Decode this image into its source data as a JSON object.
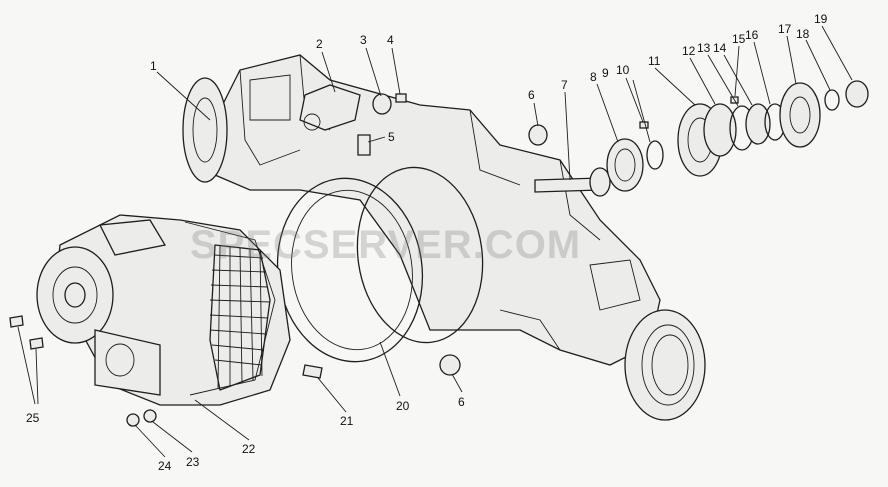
{
  "watermark": "SPECSERVER.COM",
  "callouts": [
    "1",
    "2",
    "3",
    "4",
    "5",
    "6",
    "7",
    "8",
    "9",
    "10",
    "11",
    "12",
    "13",
    "14",
    "15",
    "16",
    "17",
    "18",
    "19",
    "20",
    "21",
    "22",
    "23",
    "24",
    "25",
    "6"
  ],
  "colors": {
    "line": "#1e1e1e",
    "background": "#f7f7f5",
    "watermark": "#787878"
  }
}
